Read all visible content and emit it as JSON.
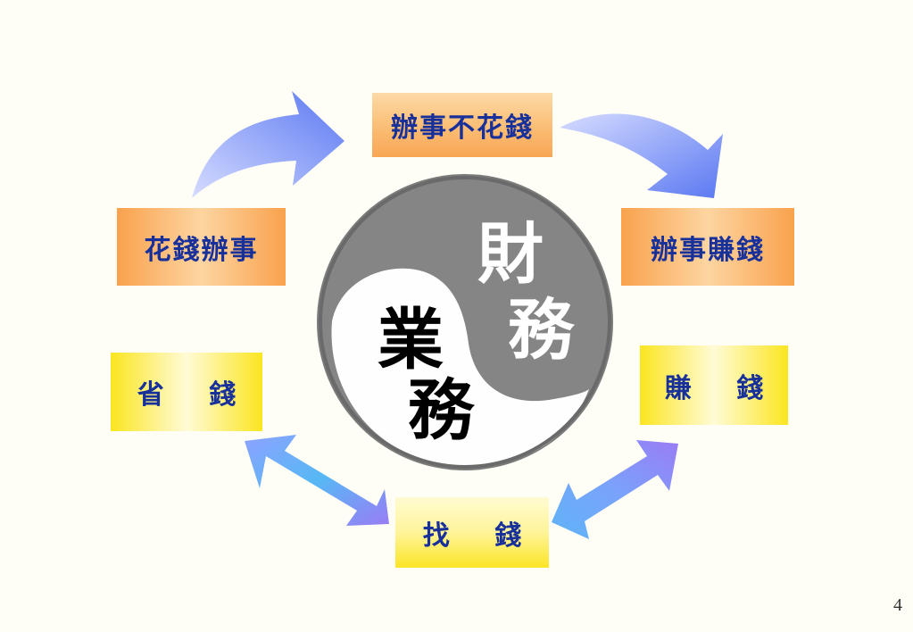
{
  "cycle": {
    "top": "辦事不花錢",
    "left": "花錢辦事",
    "right": "辦事賺錢",
    "save": "省 錢",
    "earn": "賺 錢",
    "find": "找 錢"
  },
  "center": {
    "finance_line1": "財",
    "finance_line2": "務",
    "business_line1": "業",
    "business_line2": "務"
  },
  "page_number": "4",
  "colors": {
    "text_blue": "#17309a",
    "orange": "#f9a24d",
    "yellow": "#fbe524",
    "yin_gray": "#808080",
    "arrow_light": "#c7cfff",
    "arrow_dark": "#5e7df0"
  }
}
